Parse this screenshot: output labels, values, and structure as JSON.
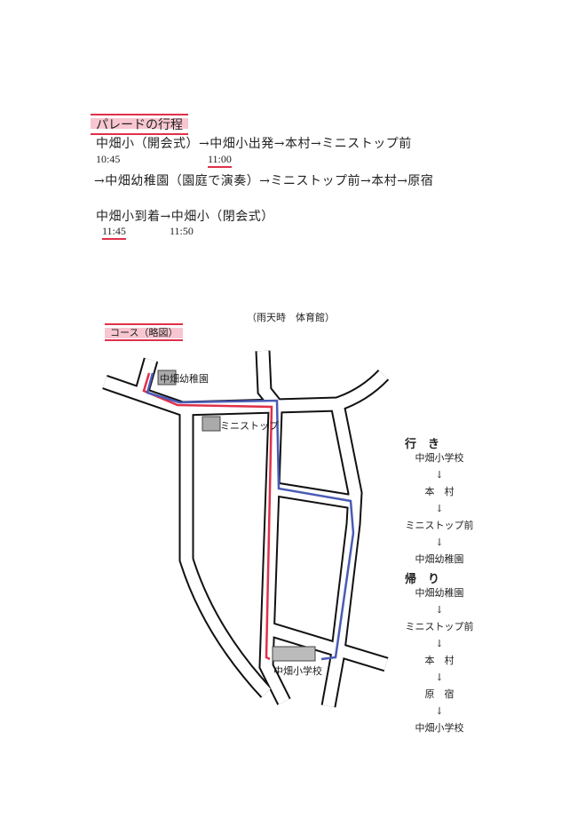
{
  "schedule": {
    "heading": "パレードの行程",
    "line1": "中畑小（開会式）→中畑小出発→本村→ミニストップ前",
    "time1": "10:45",
    "time2": "11:00",
    "line2": "→中畑幼稚園（園庭で演奏）→ミニストップ前→本村→原宿",
    "line3": "中畑小到着→中畑小（閉会式）",
    "time3": "11:45",
    "time4": "11:50"
  },
  "rain_note": "（雨天時　体育館）",
  "course": {
    "heading": "コース（略図）",
    "map_labels": {
      "kindergarten": "中畑幼稚園",
      "ministop": "ミニストップ",
      "school": "中畑小学校"
    },
    "route_colors": {
      "outbound": "#4a5bb5",
      "return": "#e0304a"
    }
  },
  "legend": {
    "outbound_title": "行　き",
    "outbound": [
      "中畑小学校",
      "↓",
      "本　村",
      "↓",
      "ミニストップ前",
      "↓",
      "中畑幼稚園"
    ],
    "return_title": "帰　り",
    "return": [
      "中畑幼稚園",
      "↓",
      "ミニストップ前",
      "↓",
      "本　村",
      "↓",
      "原　宿",
      "↓",
      "中畑小学校"
    ]
  }
}
